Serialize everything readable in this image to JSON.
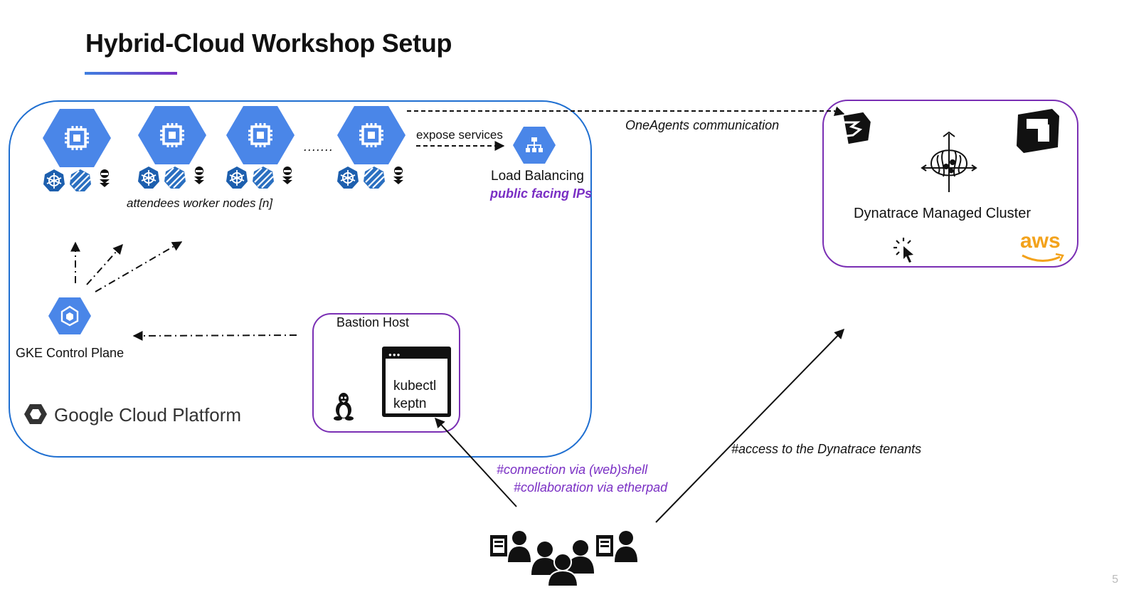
{
  "title": "Hybrid-Cloud Workshop Setup",
  "gcp": {
    "platform_label": "Google Cloud Platform",
    "worker_nodes_label": "attendees worker nodes [n]",
    "ellipsis": ".......",
    "expose_services_label": "expose services",
    "load_balancing_label": "Load Balancing",
    "public_ips_label": "public facing IPs",
    "control_plane_label": "GKE Control Plane",
    "bastion_label": "Bastion Host",
    "terminal_lines": [
      "kubectl",
      "keptn"
    ]
  },
  "dynatrace": {
    "cluster_label": "Dynatrace Managed Cluster",
    "aws_label": "aws",
    "oneagent_label": "OneAgents communication"
  },
  "connections": {
    "shell_label": "#connection via (web)shell",
    "etherpad_label": "#collaboration via etherpad",
    "tenant_access_label": "#access to the Dynatrace tenants"
  },
  "page_number": "5",
  "colors": {
    "gcp_blue": "#4a86e8",
    "gcp_border": "#1f6fd1",
    "k8s_blue": "#1d5fae",
    "purple": "#7a2fc4"
  },
  "icons": [
    "compute-engine-icon",
    "kubernetes-icon",
    "istio-icon",
    "ninja-icon",
    "load-balancer-icon",
    "gke-icon",
    "linux-icon",
    "dynatrace-logo-icon",
    "brain-icon",
    "cursor-icon",
    "users-group-icon"
  ]
}
